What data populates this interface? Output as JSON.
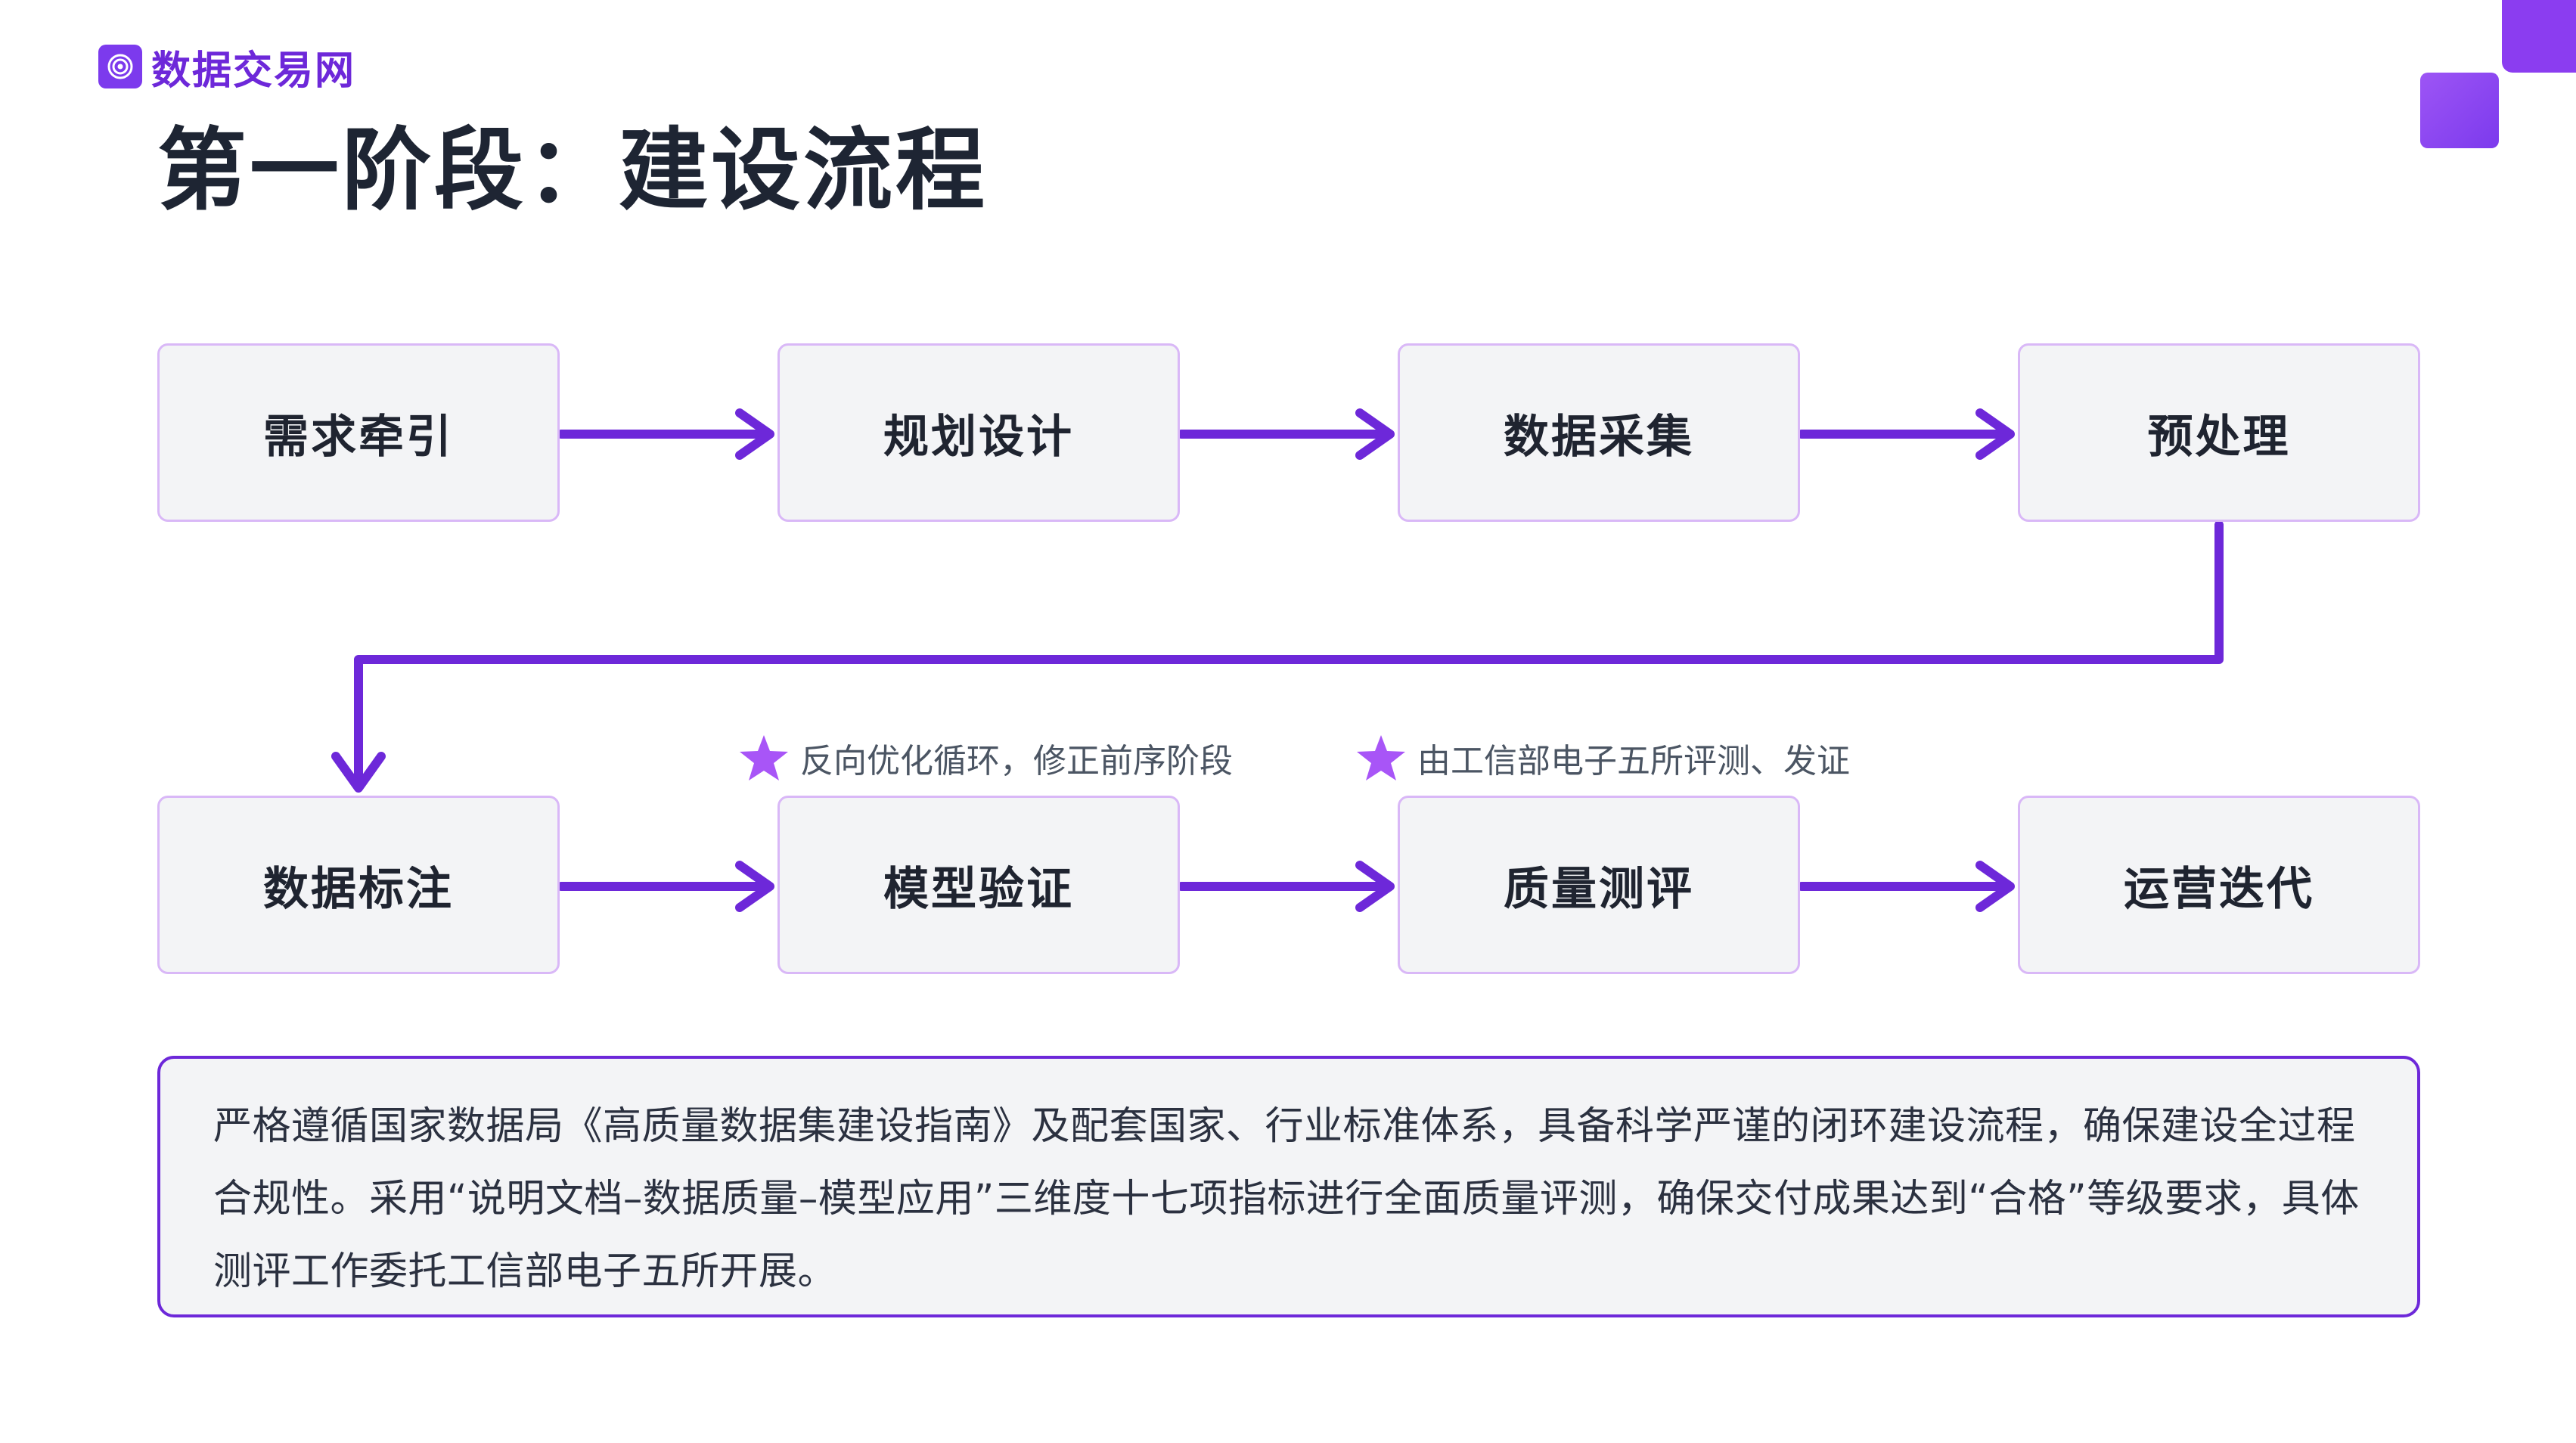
{
  "brand": {
    "name": "数据交易网"
  },
  "page_title": "第一阶段：建设流程",
  "flow": {
    "steps": [
      "需求牵引",
      "规划设计",
      "数据采集",
      "预处理",
      "数据标注",
      "模型验证",
      "质量测评",
      "运营迭代"
    ],
    "notes": [
      "反向优化循环，修正前序阶段",
      "由工信部电子五所评测、发证"
    ]
  },
  "description": "严格遵循国家数据局《高质量数据集建设指南》及配套国家、行业标准体系，具备科学严谨的闭环建设流程，确保建设全过程合规性。采用“说明文档–数据质量–模型应用”三维度十七项指标进行全面质量评测，确保交付成果达到“合格”等级要求，具体测评工作委托工信部电子五所开展。",
  "colors": {
    "accent": "#6d28d9",
    "box_border": "#d9b8f7",
    "box_fill": "#f3f4f6",
    "star": "#a855f7"
  }
}
